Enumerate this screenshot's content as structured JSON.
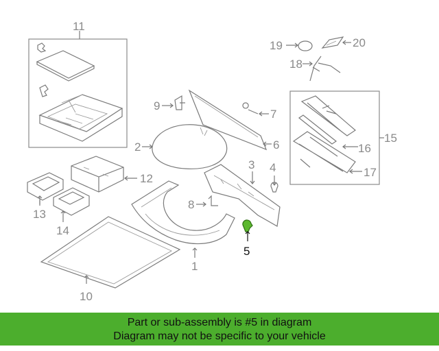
{
  "callouts": {
    "c1": "1",
    "c2": "2",
    "c3": "3",
    "c4": "4",
    "c5": "5",
    "c6": "6",
    "c7": "7",
    "c8": "8",
    "c9": "9",
    "c10": "10",
    "c11": "11",
    "c12": "12",
    "c13": "13",
    "c14": "14",
    "c15": "15",
    "c16": "16",
    "c17": "17",
    "c18": "18",
    "c19": "19",
    "c20": "20"
  },
  "highlight": {
    "callout": "5",
    "color": "#5cb82f"
  },
  "banner": {
    "line1": "Part or sub-assembly is #5 in diagram",
    "line2": "Diagram may not be specific to your vehicle",
    "background": "#4cae2d"
  }
}
